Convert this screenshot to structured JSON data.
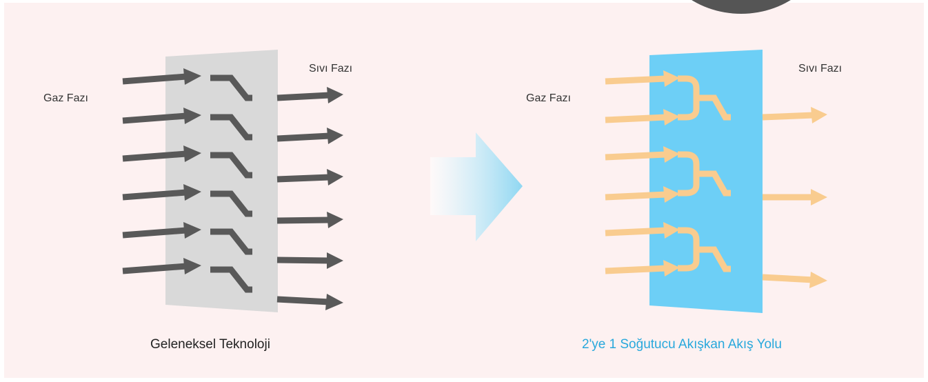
{
  "left_panel": {
    "gas_label": "Gaz Fazı",
    "liquid_label": "Sıvı Fazı",
    "caption": "Geleneksel Teknoloji",
    "arrow_color": "#595959",
    "panel_color": "#d9d9d9"
  },
  "right_panel": {
    "gas_label": "Gaz Fazı",
    "liquid_label": "Sıvı Fazı",
    "caption": "2'ye 1 Soğutucu Akışkan Akış Yolu",
    "arrow_color": "#f9cc8f",
    "panel_color": "#6dcff6"
  },
  "transition": {
    "icon": "arrow-right-icon"
  }
}
